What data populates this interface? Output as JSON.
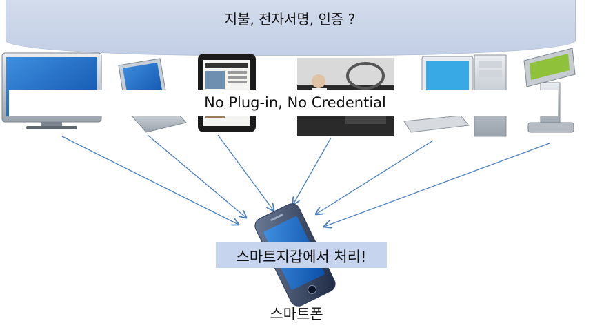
{
  "banner": {
    "title": "지불, 전자서명, 인증 ?"
  },
  "devices": [
    {
      "name": "tv",
      "icon": "tv-monitor-icon"
    },
    {
      "name": "laptop",
      "icon": "laptop-icon"
    },
    {
      "name": "tablet",
      "icon": "tablet-icon"
    },
    {
      "name": "car",
      "icon": "car-dashboard-icon"
    },
    {
      "name": "desktop",
      "icon": "desktop-pc-icon"
    },
    {
      "name": "kiosk",
      "icon": "kiosk-icon"
    }
  ],
  "credential_band": {
    "text": "No Plug-in, No Credential"
  },
  "wallet": {
    "text": "스마트지갑에서 처리!"
  },
  "phone": {
    "label": "스마트폰",
    "icon": "smartphone-icon"
  },
  "colors": {
    "banner_fill": "#c9d4ea",
    "wallet_fill": "#c6d4ee",
    "arrow": "#4a7fc0"
  }
}
